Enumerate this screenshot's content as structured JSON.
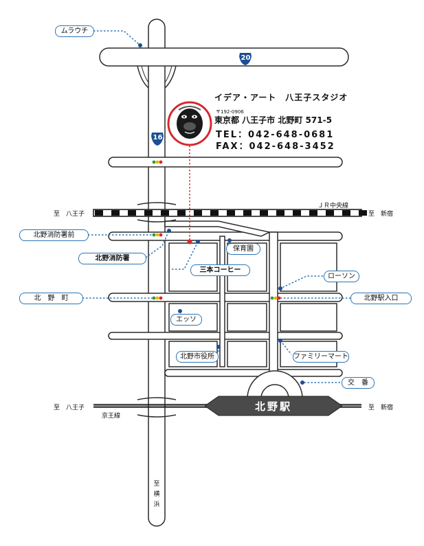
{
  "routes": {
    "route20": "20",
    "route16": "16"
  },
  "studio": {
    "name": "イデア・アート　八王子スタジオ",
    "zip": "〒192-0906",
    "address": "東京都 八王子市 北野町 571-5",
    "tel": "TEL：042-648-0681",
    "fax": "FAX：042-648-3452"
  },
  "landmarks": {
    "murauchi": "ムラウチ",
    "kitano_fire_station_front": "北野消防署前",
    "kitano_fire_station": "北野消防署",
    "sanbon_coffee": "三本コーヒー",
    "hoikuen": "保育園",
    "lawson": "ローソン",
    "kitano_cho": "北　野　町",
    "kitano_eki_iriguchi": "北野駅入口",
    "esso": "エッソ",
    "city_office": "北野市役所",
    "family_mart": "ファミリーマート",
    "koban": "交　番"
  },
  "rail": {
    "jr_line": "ＪＲ中央線",
    "keio_line": "京王線",
    "station": "北野駅",
    "to_hachioji_top": "至　八王子",
    "to_shinjuku_top": "至　新宿",
    "to_hachioji_bottom": "至　八王子",
    "to_shinjuku_bottom": "至　新宿",
    "to_yokohama": "至横浜"
  },
  "colors": {
    "road_outline": "#2a2a2a",
    "leader": "#2b73b5",
    "pill_border": "#2b73b5",
    "accent_red": "#d7282f",
    "route_blue": "#1b4f94",
    "station_fill": "#4a4a4a",
    "signal_green": "#2e9e3e",
    "signal_yellow": "#f0b400",
    "signal_red": "#d7282f"
  },
  "icons": [
    "gorilla-logo-icon",
    "traffic-signal-icon",
    "route-shield-icon"
  ]
}
